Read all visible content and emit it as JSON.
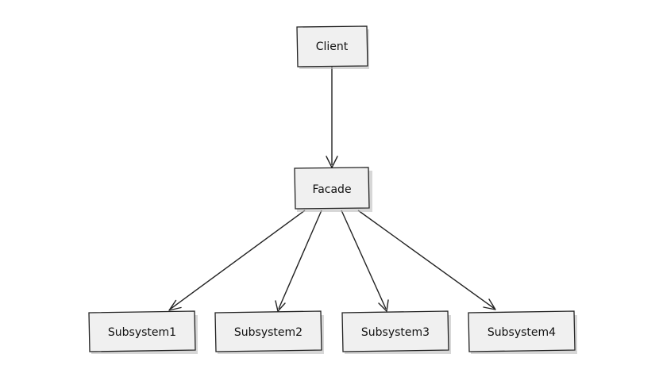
{
  "diagram": {
    "nodes": {
      "client": {
        "label": "Client"
      },
      "facade": {
        "label": "Facade"
      },
      "subsystem1": {
        "label": "Subsystem1"
      },
      "subsystem2": {
        "label": "Subsystem2"
      },
      "subsystem3": {
        "label": "Subsystem3"
      },
      "subsystem4": {
        "label": "Subsystem4"
      }
    },
    "edges": [
      {
        "from": "Client",
        "to": "Facade"
      },
      {
        "from": "Facade",
        "to": "Subsystem1"
      },
      {
        "from": "Facade",
        "to": "Subsystem2"
      },
      {
        "from": "Facade",
        "to": "Subsystem3"
      },
      {
        "from": "Facade",
        "to": "Subsystem4"
      }
    ],
    "colors": {
      "box_fill": "#f0f0f0",
      "stroke": "#222222",
      "background": "#ffffff"
    }
  }
}
